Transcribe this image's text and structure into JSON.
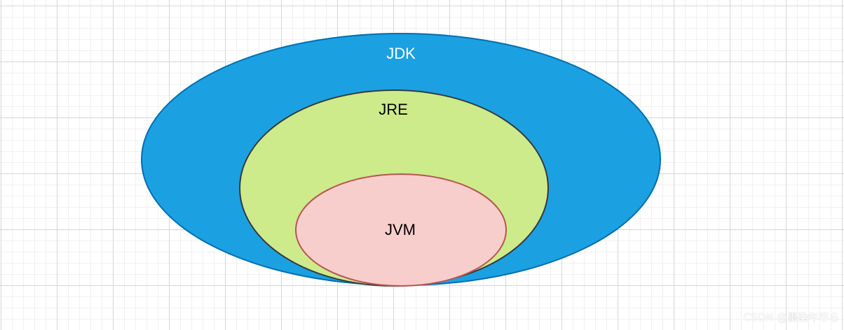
{
  "diagram": {
    "nodes": [
      {
        "id": "jdk",
        "label": "JDK",
        "fill": "#1ba1e2",
        "stroke": "#006eaf",
        "text_color": "#ffffff"
      },
      {
        "id": "jre",
        "label": "JRE",
        "fill": "#cdeb8b",
        "stroke": "#36393d",
        "text_color": "#000000"
      },
      {
        "id": "jvm",
        "label": "JVM",
        "fill": "#f8cecc",
        "stroke": "#b85450",
        "text_color": "#000000"
      }
    ],
    "relations": [
      {
        "outer": "jdk",
        "inner": "jre",
        "type": "contains"
      },
      {
        "outer": "jre",
        "inner": "jvm",
        "type": "contains"
      }
    ]
  },
  "watermark": {
    "text": "CSDN @墨染年华ら"
  }
}
